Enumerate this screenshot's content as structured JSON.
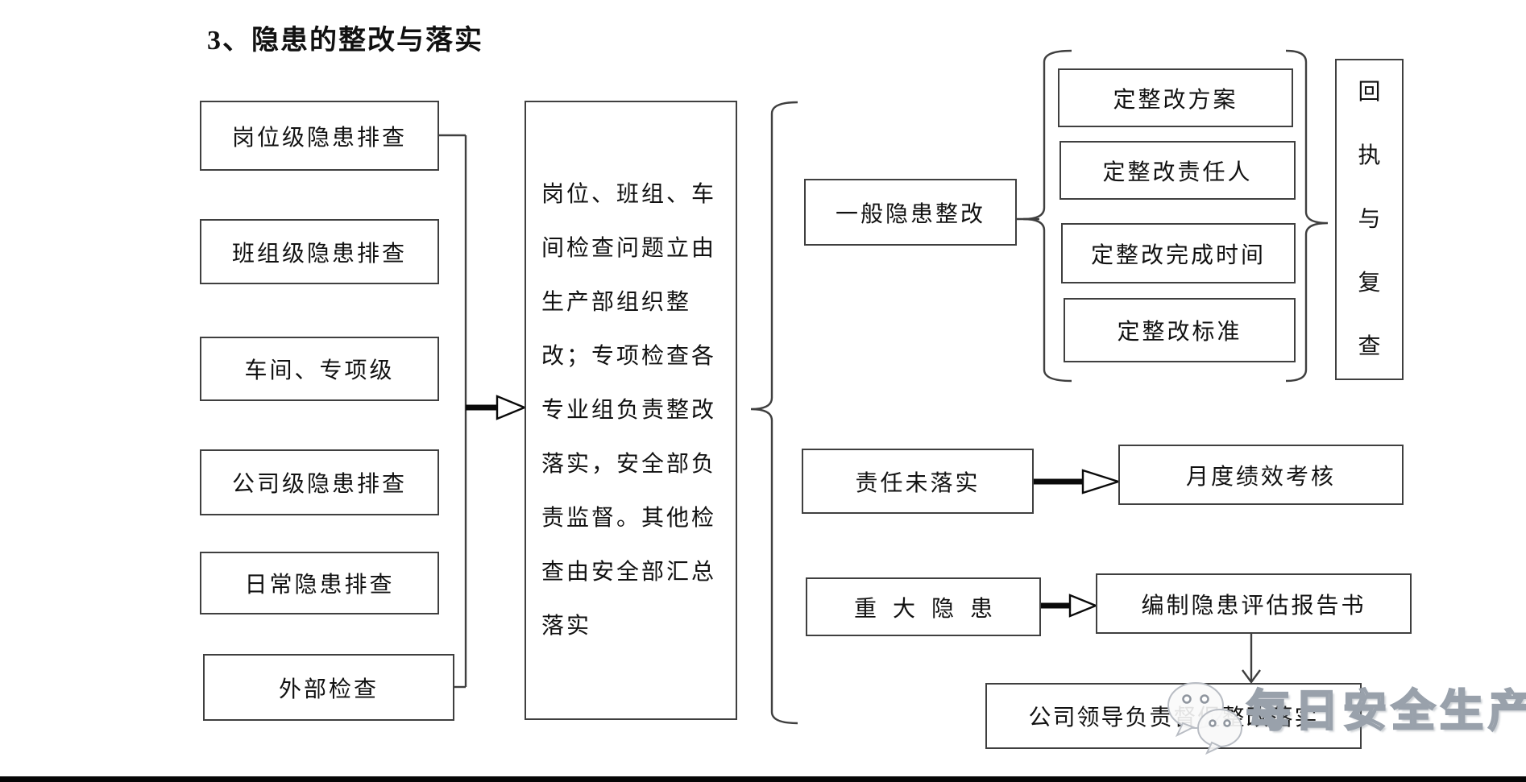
{
  "page": {
    "title": "3、隐患的整改与落实"
  },
  "left_column": {
    "boxes": [
      "岗位级隐患排查",
      "班组级隐患排查",
      "车间、专项级",
      "公司级隐患排查",
      "日常隐患排查",
      "外部检查"
    ]
  },
  "center_box": {
    "text": "岗位、班组、车\n间检查问题立由\n生产部组织整\n改；专项检查各\n专业组负责整改\n落实，安全部负\n责监督。其他检\n查由安全部汇总\n落实"
  },
  "branches": {
    "general": {
      "label": "一般隐患整改",
      "steps": [
        "定整改方案",
        "定整改责任人",
        "定整改完成时间",
        "定整改标准"
      ],
      "outcome": "回执与复查"
    },
    "unfulfilled": {
      "label": "责任未落实",
      "outcome": "月度绩效考核"
    },
    "major": {
      "label": "重大隐患",
      "report": "编制隐患评估报告书",
      "final": "公司领导负责督促整改落实"
    }
  },
  "watermark": {
    "text": "每日安全生产",
    "icon": "wechat-icon"
  },
  "colors": {
    "line": "#3f3f3f",
    "text": "#111111",
    "background": "#ffffff",
    "watermark_stroke": "#99a1ab"
  }
}
